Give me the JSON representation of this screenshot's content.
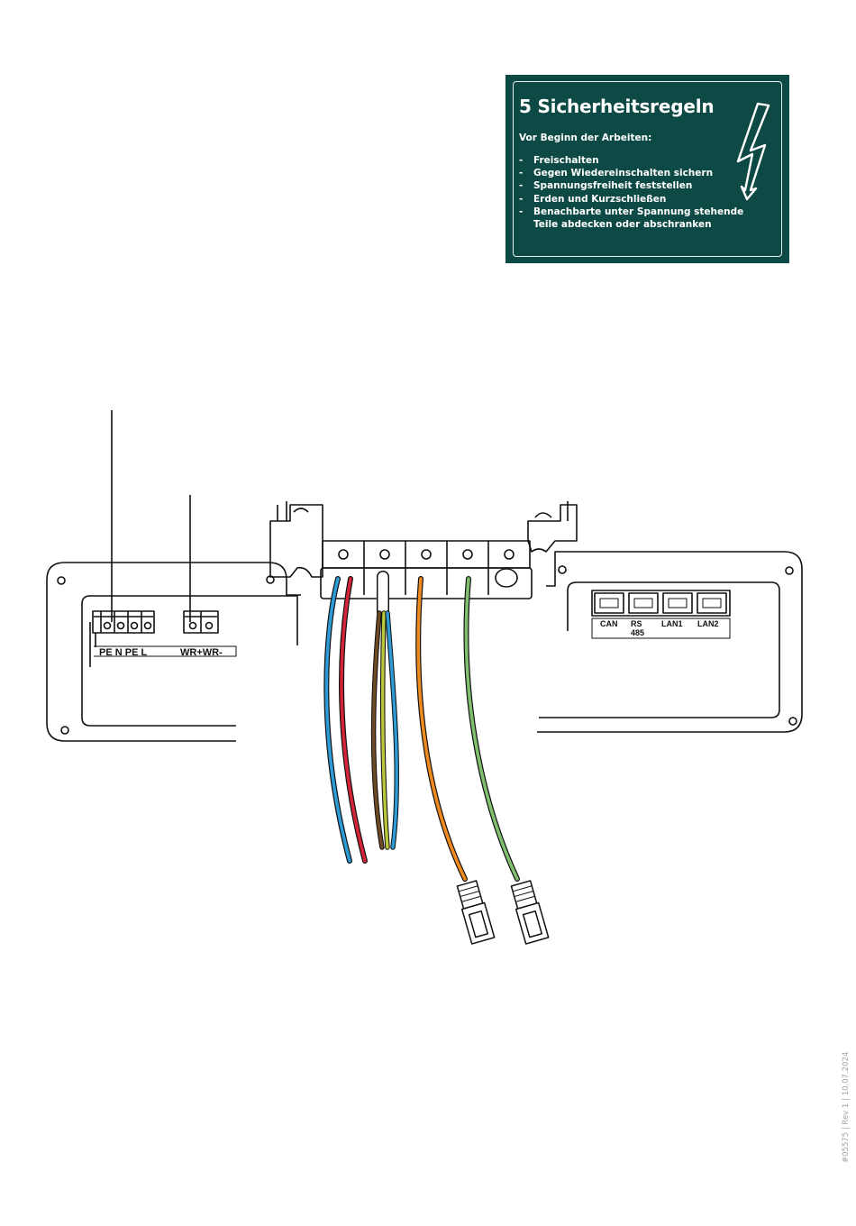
{
  "safety": {
    "title": "5 Sicherheitsregeln",
    "subtitle": "Vor Beginn der Arbeiten:",
    "rules": [
      "Freischalten",
      "Gegen Wiedereinschalten sichern",
      "Spannungsfreiheit feststellen",
      "Erden und Kurzschließen",
      "Benachbarte unter Spannung stehende",
      "Teile abdecken oder abschranken"
    ],
    "icon": "lightning-bolt-icon",
    "colors": {
      "panel": "#0e4a45",
      "text": "#ffffff"
    }
  },
  "diagram": {
    "terminal_left_label": "PE N PE L",
    "terminal_right_label": "WR+WR-",
    "ports": [
      "CAN",
      "RS",
      "LAN1",
      "LAN2"
    ],
    "port_sub": "485",
    "wire_colors": {
      "blue": "#2d9bd6",
      "red": "#d3243a",
      "brown": "#6e4a24",
      "yellow_green": "#b9c93a",
      "grey": "#8a8a8a",
      "orange": "#ee8a1e",
      "green": "#7fbf6e"
    }
  },
  "footer": {
    "doc_info": "#05575 | Rev 1 | 10.07.2024"
  }
}
